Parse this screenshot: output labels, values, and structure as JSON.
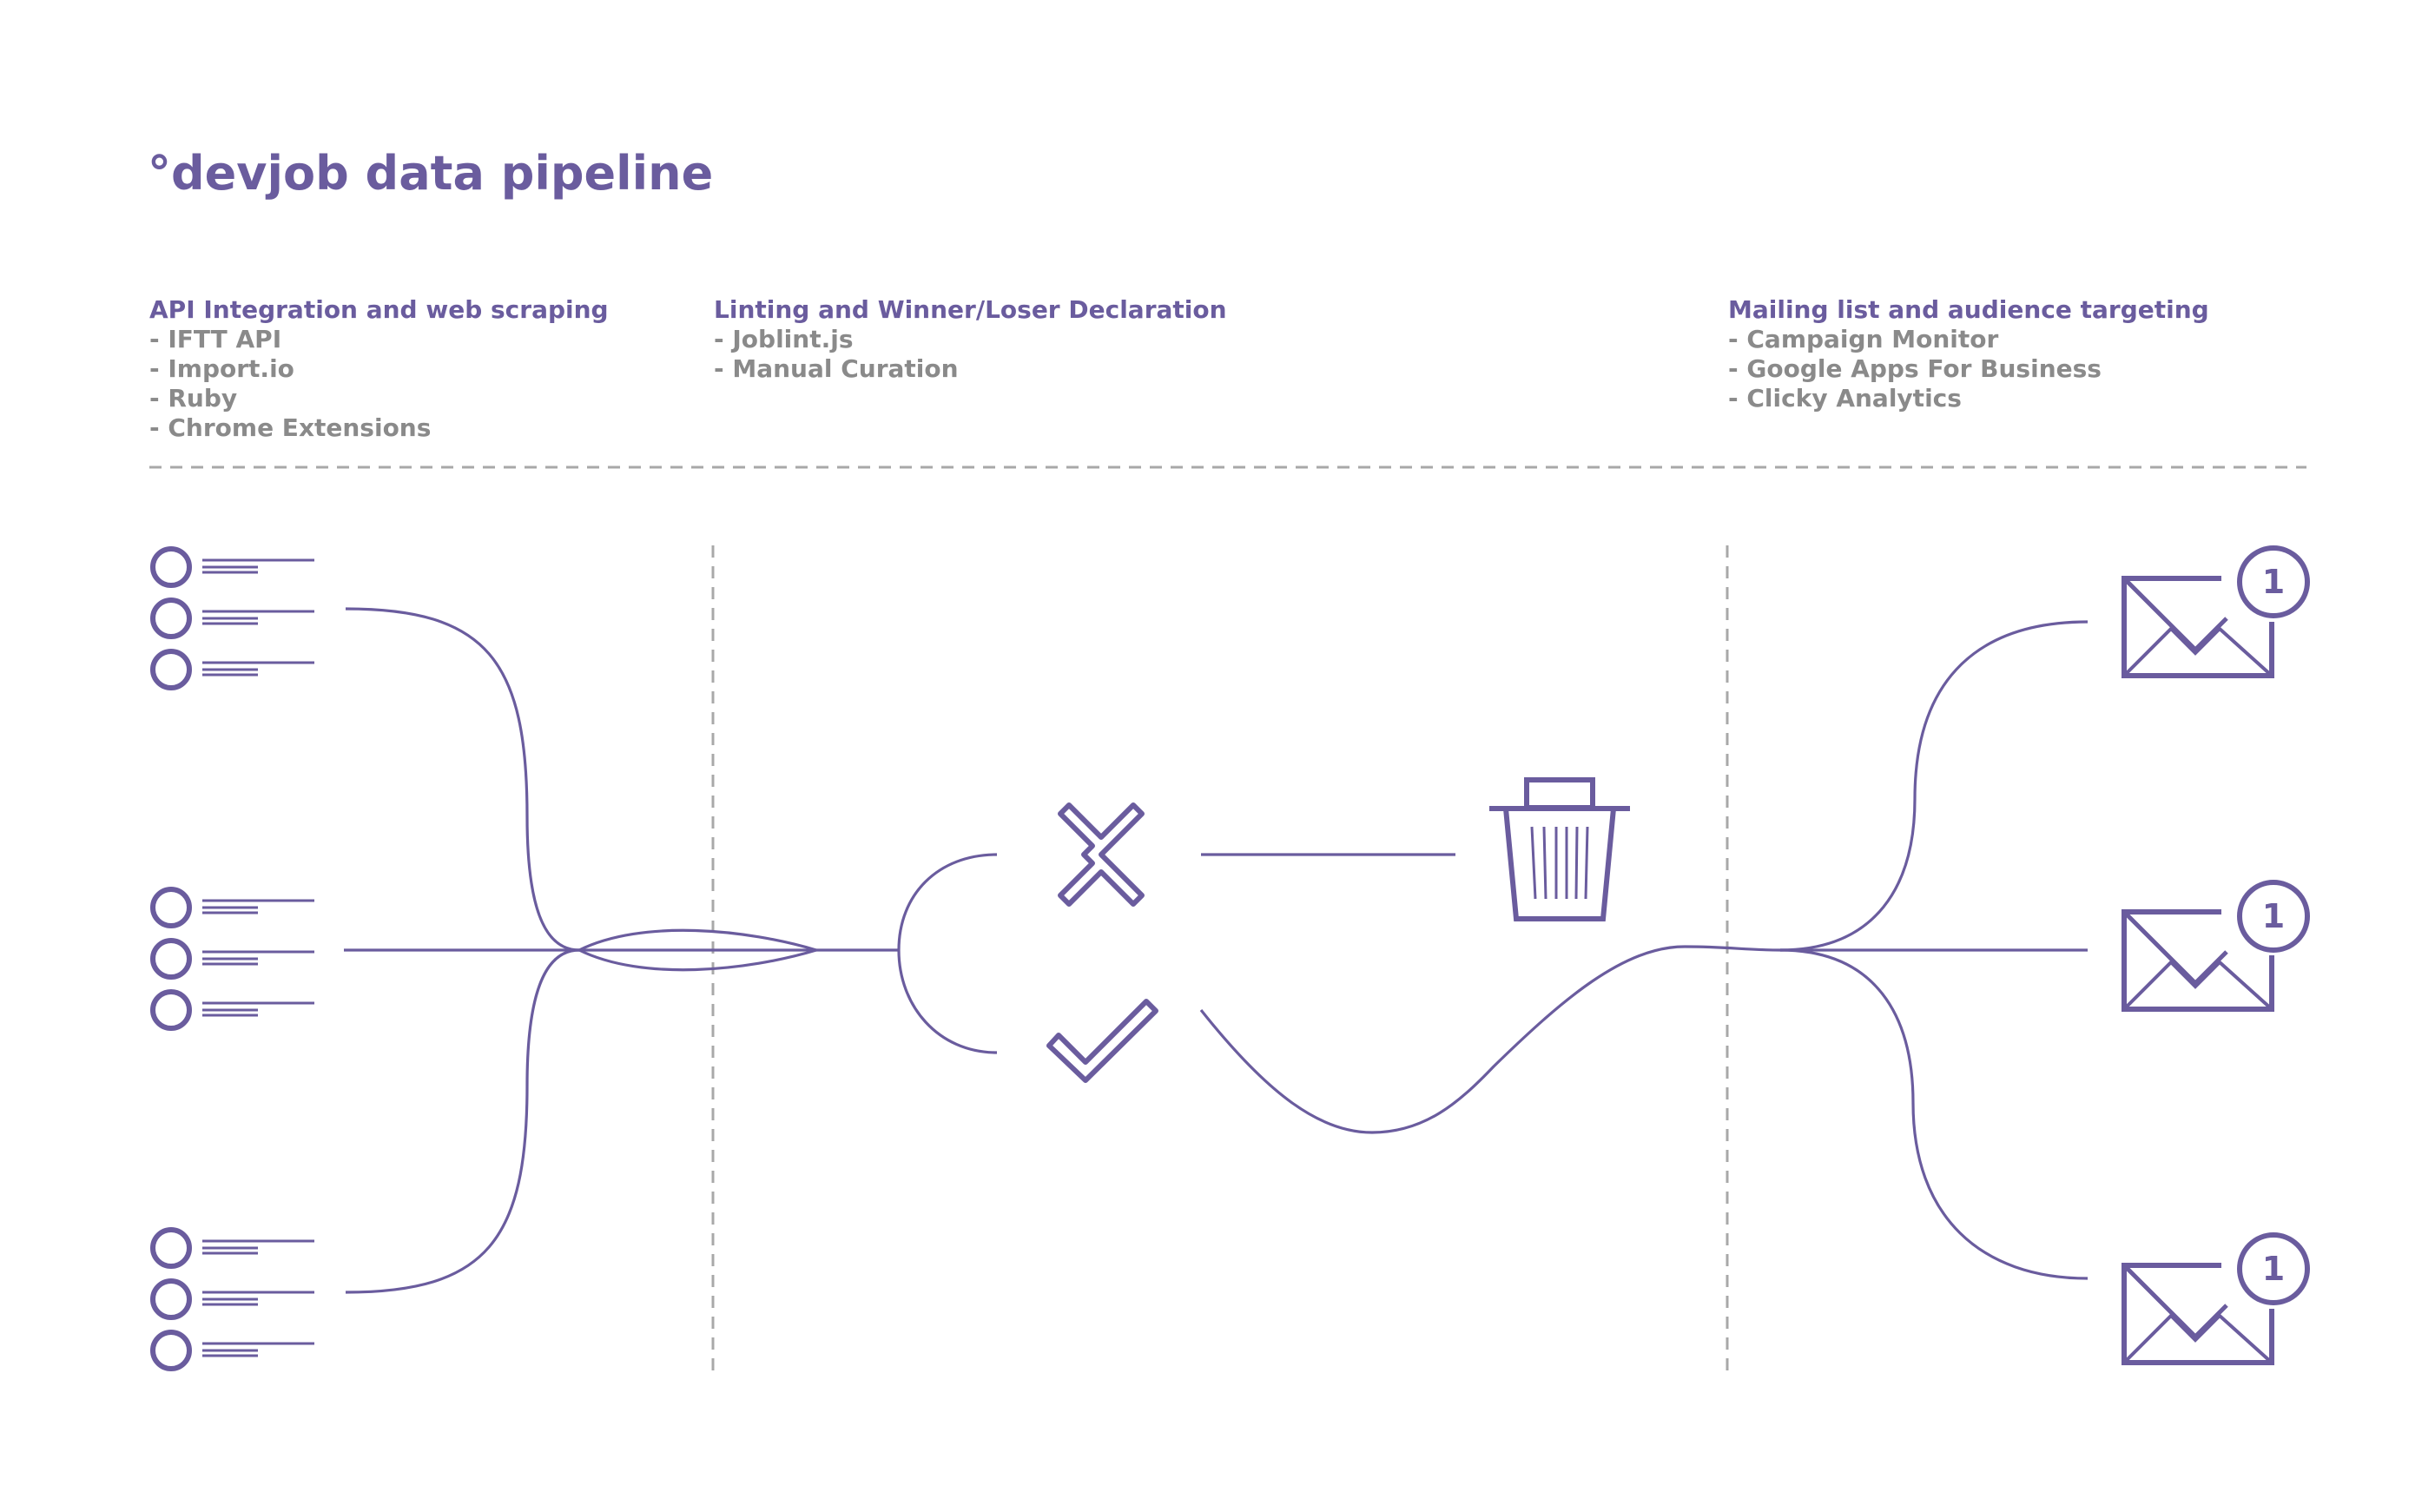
{
  "title": "°devjob data pipeline",
  "colors": {
    "primary": "#6a5c9e",
    "secondary_text": "#8a8a8a",
    "divider": "#a8a8a8"
  },
  "sections": [
    {
      "title": "API Integration and web scraping",
      "items": [
        "- IFTT API",
        "- Import.io",
        "- Ruby",
        "- Chrome Extensions"
      ]
    },
    {
      "title": "Linting and Winner/Loser Declaration",
      "items": [
        "- Joblint.js",
        "- Manual Curation"
      ]
    },
    {
      "title": "Mailing list and audience targeting",
      "items": [
        "- Campaign Monitor",
        "- Google Apps For Business",
        "- Clicky Analytics"
      ]
    }
  ],
  "icons": {
    "sources": "list-item-icon",
    "reject": "close-x-icon",
    "accept": "checkmark-icon",
    "discard": "trash-icon",
    "delivery": "envelope-icon"
  },
  "badge_label": "1"
}
